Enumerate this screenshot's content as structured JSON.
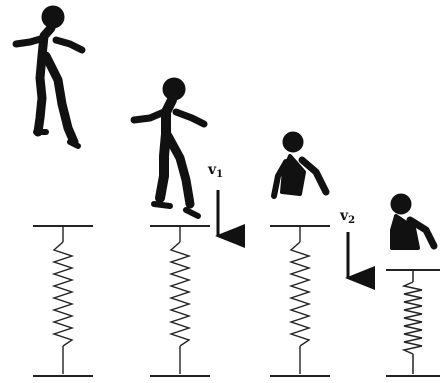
{
  "diagram": {
    "stages": 4,
    "labels": {
      "v1": {
        "main": "v",
        "sub": "1"
      },
      "v2": {
        "main": "v",
        "sub": "2"
      }
    },
    "colors": {
      "ink": "#111111",
      "paper": "#ffffff"
    }
  }
}
